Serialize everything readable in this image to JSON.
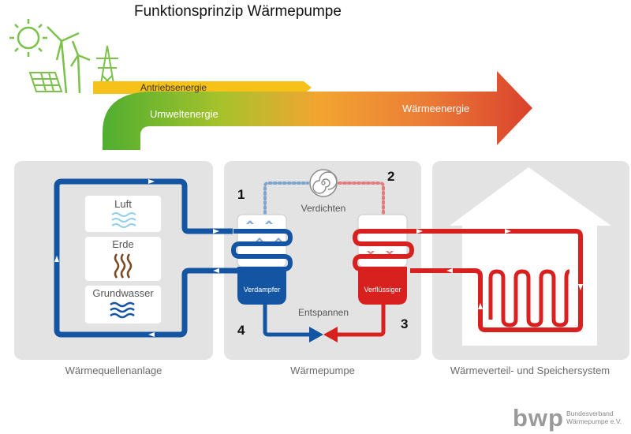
{
  "title": "Funktionsprinzip Wärmepumpe",
  "energy": {
    "drive": "Antriebsenergie",
    "ambient": "Umweltenergie",
    "heat": "Wärmeenergie"
  },
  "source": {
    "items": [
      "Luft",
      "Erde",
      "Grundwasser"
    ],
    "caption": "Wärmequellenanlage"
  },
  "heatpump": {
    "caption": "Wärmepumpe",
    "compress": "Verdichten",
    "expand": "Entspannen",
    "evaporator": "Verdampfer",
    "condenser": "Verflüssiger",
    "steps": [
      "1",
      "2",
      "3",
      "4"
    ]
  },
  "distribution": {
    "caption": "Wärmeverteil- und Speichersystem"
  },
  "logo": {
    "letters": "bwp",
    "line1": "Bundesverband",
    "line2": "Wärmepumpe e.V."
  },
  "colors": {
    "blue": "#1455a3",
    "red": "#d8201f",
    "panel": "#e3e3e3",
    "yellow": "#f6c21a",
    "green": "#5ab52e",
    "orange": "#e25c33"
  }
}
